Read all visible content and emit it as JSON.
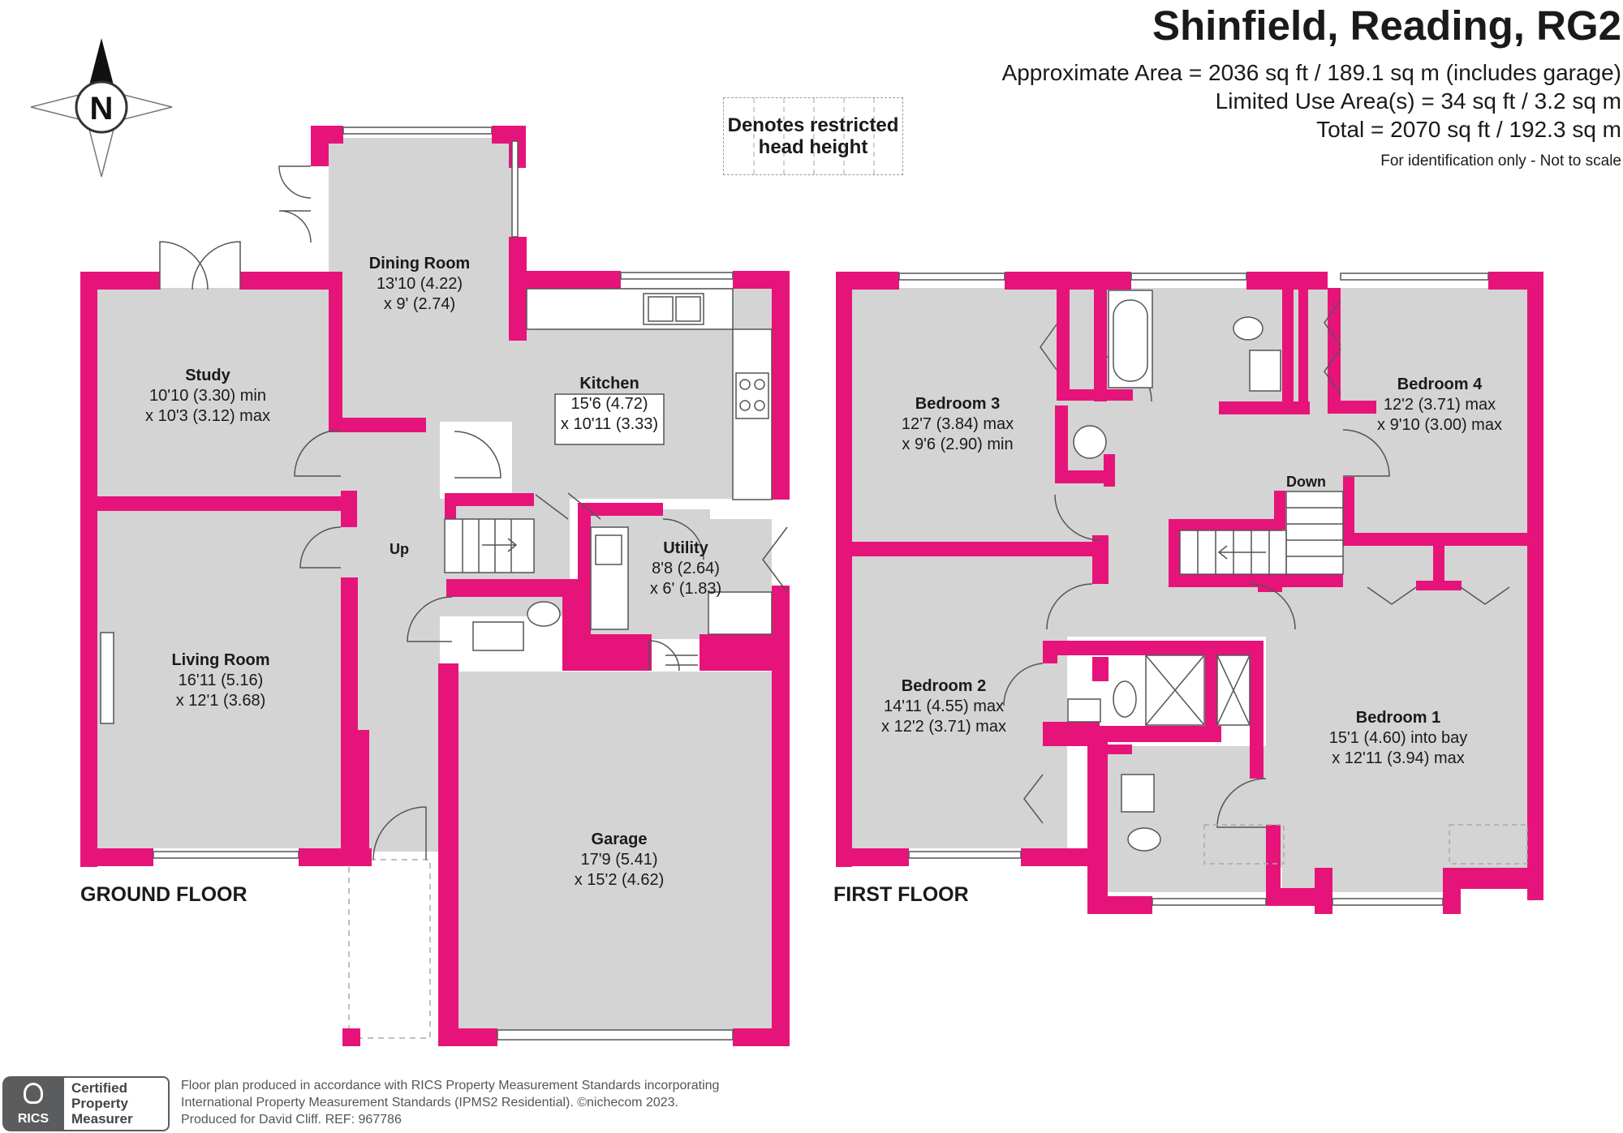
{
  "header": {
    "title": "Shinfield, Reading, RG2",
    "area_lines": [
      "Approximate Area = 2036 sq ft / 189.1 sq m (includes garage)",
      "Limited Use Area(s) = 34 sq ft / 3.2 sq m",
      "Total = 2070 sq ft / 192.3 sq m"
    ],
    "note": "For identification only - Not to scale"
  },
  "compass": {
    "letter": "N",
    "icon": "compass-rose-icon"
  },
  "legend": {
    "line1": "Denotes restricted",
    "line2": "head height"
  },
  "colors": {
    "walls": "#e6147a",
    "floor": "#d4d4d4",
    "fixtures": "#ffffff",
    "outline": "#555555"
  },
  "ground_floor": {
    "label": "GROUND FLOOR",
    "stairs_label": "Up",
    "rooms": [
      {
        "name": "Dining Room",
        "dims": [
          "13'10 (4.22)",
          "x 9' (2.74)"
        ]
      },
      {
        "name": "Study",
        "dims": [
          "10'10 (3.30) min",
          "x 10'3 (3.12) max"
        ]
      },
      {
        "name": "Kitchen",
        "dims": [
          "15'6 (4.72)",
          "x 10'11 (3.33)"
        ]
      },
      {
        "name": "Utility",
        "dims": [
          "8'8 (2.64)",
          "x 6' (1.83)"
        ]
      },
      {
        "name": "Living Room",
        "dims": [
          "16'11 (5.16)",
          "x 12'1 (3.68)"
        ]
      },
      {
        "name": "Garage",
        "dims": [
          "17'9 (5.41)",
          "x 15'2 (4.62)"
        ]
      }
    ]
  },
  "first_floor": {
    "label": "FIRST FLOOR",
    "stairs_label": "Down",
    "rooms": [
      {
        "name": "Bedroom 3",
        "dims": [
          "12'7 (3.84) max",
          "x 9'6 (2.90) min"
        ]
      },
      {
        "name": "Bedroom 4",
        "dims": [
          "12'2 (3.71) max",
          "x 9'10 (3.00) max"
        ]
      },
      {
        "name": "Bedroom 2",
        "dims": [
          "14'11 (4.55) max",
          "x 12'2 (3.71) max"
        ]
      },
      {
        "name": "Bedroom 1",
        "dims": [
          "15'1 (4.60) into bay",
          "x 12'11 (3.94) max"
        ]
      }
    ]
  },
  "badge": {
    "brand": "RICS",
    "lines": [
      "Certified",
      "Property",
      "Measurer"
    ]
  },
  "footer": {
    "lines": [
      "Floor plan produced in accordance with RICS Property Measurement Standards incorporating",
      "International Property Measurement Standards (IPMS2 Residential).   ©nichecom 2023.",
      "Produced for David Cliff.   REF:  967786"
    ]
  }
}
